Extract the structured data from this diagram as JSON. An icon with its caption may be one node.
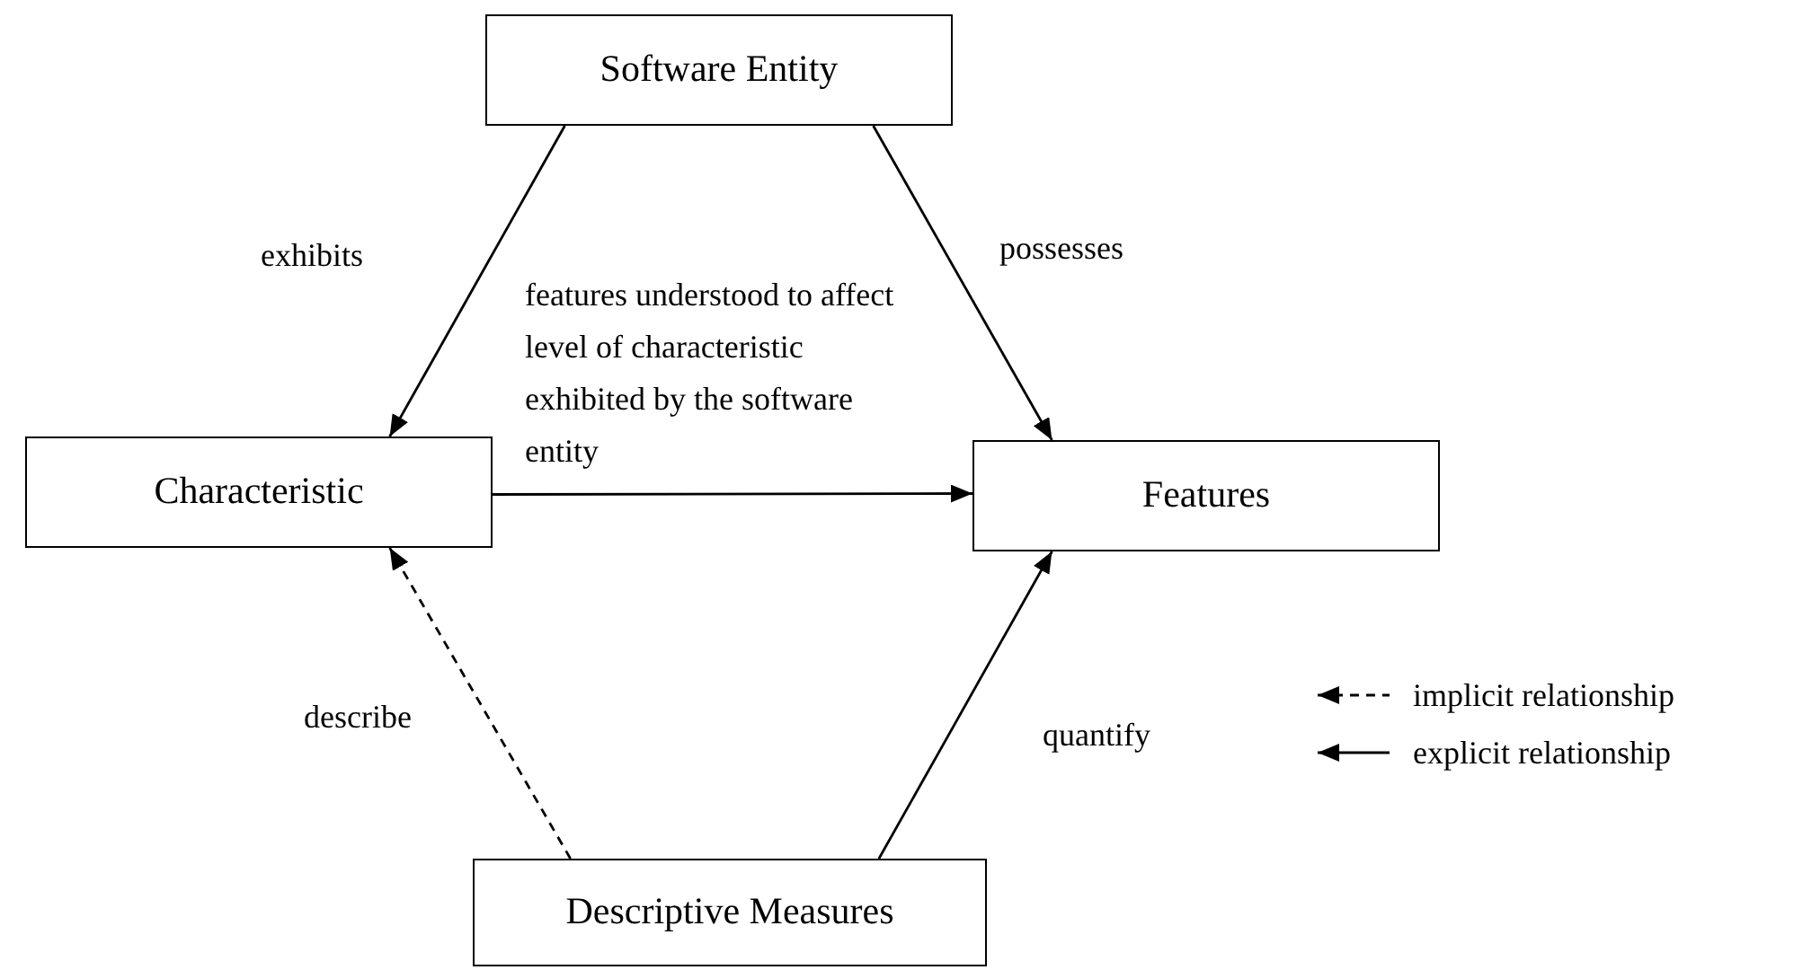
{
  "diagram": {
    "nodes": [
      {
        "text": [
          "Software Entity"
        ]
      },
      {
        "text": [
          "Characteristic"
        ]
      },
      {
        "text": [
          "Features"
        ]
      },
      {
        "text": [
          "Descriptive Measures"
        ]
      }
    ],
    "edges": [
      {
        "from": 0,
        "to": 1,
        "arrow": "to",
        "label": "exhibits"
      },
      {
        "from": 0,
        "to": 2,
        "arrow": "to",
        "label": "possesses"
      },
      {
        "from": 1,
        "to": 2,
        "arrow": "to",
        "label": "features understood to affect level of characteristic exhibited by the software entity"
      },
      {
        "from": 3,
        "to": 1,
        "arrow": "to",
        "label": "describe",
        "style": "dashed"
      },
      {
        "from": 3,
        "to": 2,
        "arrow": "to",
        "label": "quantify"
      }
    ],
    "legend": [
      {
        "text": "implicit relationship"
      },
      {
        "text": "explicit relationship"
      }
    ]
  }
}
